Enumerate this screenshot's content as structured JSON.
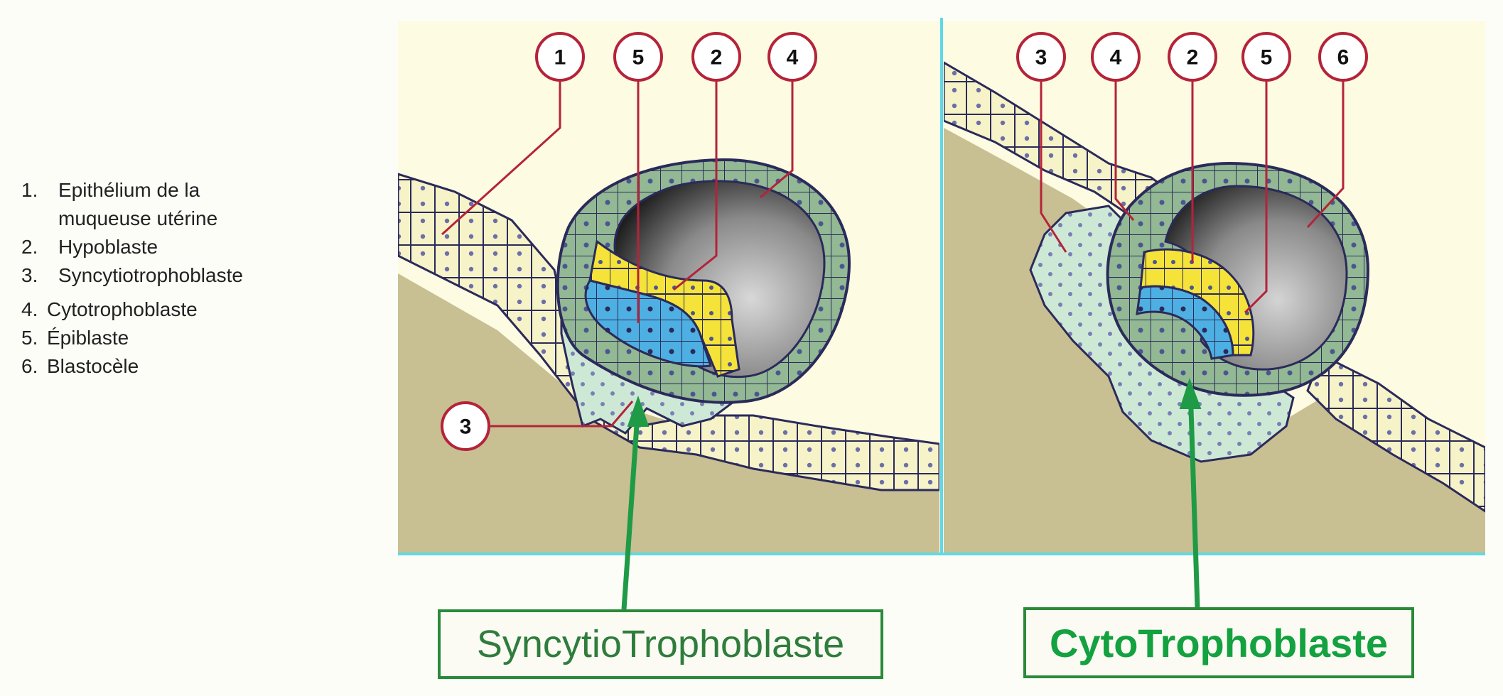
{
  "legend": [
    {
      "num": "1.",
      "text_line1": "Epithélium de la",
      "text_line2": "muqueuse utérine"
    },
    {
      "num": "2.",
      "text": "Hypoblaste"
    },
    {
      "num": "3.",
      "text": "Syncytiotrophoblaste"
    },
    {
      "num": "4.",
      "text": "Cytotrophoblaste"
    },
    {
      "num": "5.",
      "text": "Épiblaste"
    },
    {
      "num": "6.",
      "text": "Blastocèle"
    }
  ],
  "left_panel": {
    "callouts": [
      "1",
      "5",
      "2",
      "4",
      "3"
    ]
  },
  "right_panel": {
    "callouts": [
      "3",
      "4",
      "2",
      "5",
      "6"
    ]
  },
  "boxes": {
    "syncytio": "SyncytioTrophoblaste",
    "cyto": "CytoTrophoblaste"
  },
  "colors": {
    "epithelium": "#f7f3c8",
    "stroma": "#c8bf92",
    "syncytio": "#cde9d6",
    "cyto": "#92b894",
    "hypoblast": "#f5e33a",
    "epiblast": "#4eb0e2",
    "callout_ring": "#b4233a",
    "arrow_green": "#1f9a46",
    "divider": "#5fd9e2"
  }
}
